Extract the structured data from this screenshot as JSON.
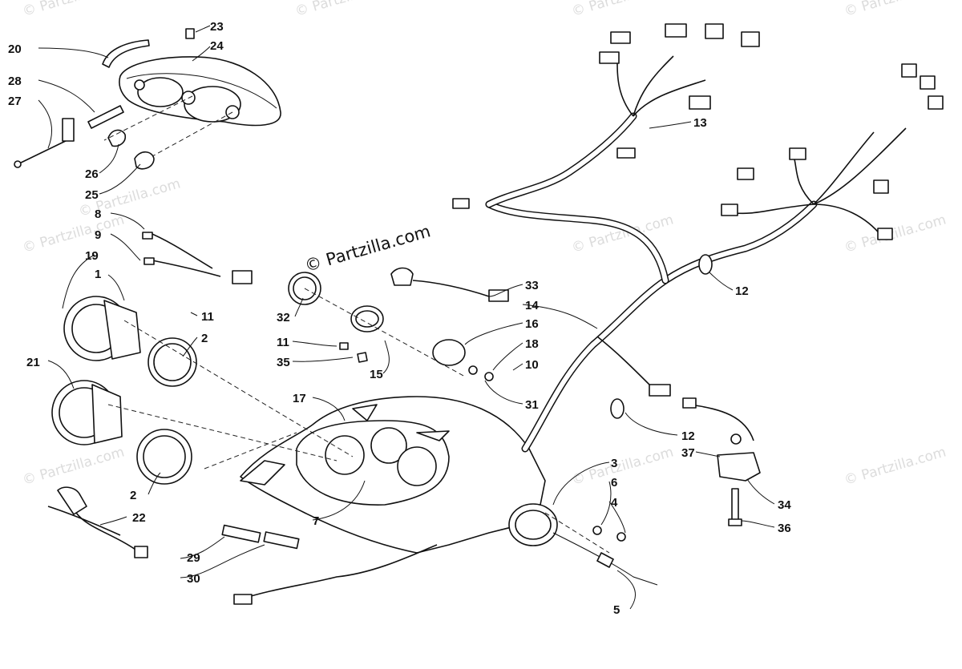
{
  "copyright": "© Partzilla.com",
  "watermark_text": "© Partzilla.com",
  "callouts": [
    "20",
    "23",
    "24",
    "28",
    "27",
    "26",
    "25",
    "8",
    "9",
    "19",
    "1",
    "11",
    "2",
    "21",
    "2",
    "22",
    "29",
    "30",
    "7",
    "17",
    "32",
    "11",
    "35",
    "15",
    "33",
    "14",
    "16",
    "18",
    "10",
    "31",
    "13",
    "12",
    "12",
    "37",
    "34",
    "36",
    "3",
    "6",
    "4",
    "5"
  ],
  "colors": {
    "ink": "#111111",
    "watermark": "#dcdcdc",
    "background": "#ffffff"
  }
}
